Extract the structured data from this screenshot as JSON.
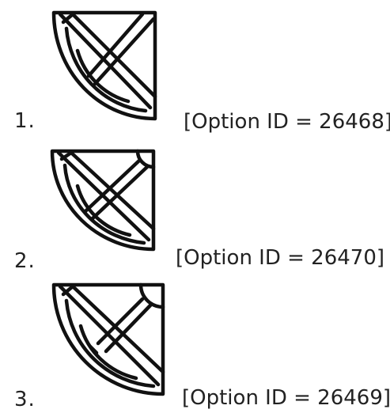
{
  "options": [
    {
      "number": "1.",
      "id_text": "[Option ID = 26468]",
      "icon": "quarter-circle-cross-figure-1"
    },
    {
      "number": "2.",
      "id_text": "[Option ID = 26470]",
      "icon": "quarter-circle-cross-figure-2"
    },
    {
      "number": "3.",
      "id_text": "[Option ID = 26469]",
      "icon": "quarter-circle-cross-figure-3"
    }
  ]
}
